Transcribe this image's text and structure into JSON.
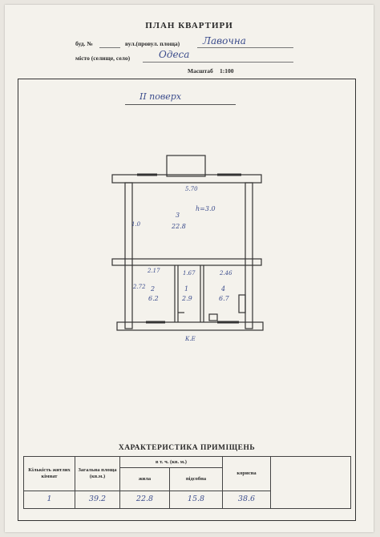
{
  "header": {
    "title": "ПЛАН КВАРТИРИ",
    "bud_label": "буд. №",
    "street_label": "вул.(провул. площа)",
    "street_value": "Лавочна",
    "city_label": "місто (селище, село)",
    "city_value": "Одеса",
    "scale_label": "Масштаб",
    "scale_value": "1:100"
  },
  "floor_label": "II поверх",
  "plan": {
    "dim_top": "5.70",
    "ceiling": "h=3.0",
    "left_height": "1.0",
    "room3_num": "3",
    "room3_area": "22.8",
    "dim_2": "2.17",
    "dim_3": "1.67",
    "dim_4": "2.46",
    "dim_left2": "2.72",
    "room2_num": "2",
    "room2_area": "6.2",
    "room1_num": "1",
    "room1_area": "2.9",
    "room4_num": "4",
    "room4_area": "6.7",
    "bottom_label": "К.Е"
  },
  "characteristics": {
    "title": "ХАРАКТЕРИСТИКА ПРИМІЩЕНЬ",
    "col_rooms": "Кількість житлих кімнат",
    "col_total": "Загальна площа (кв.м.)",
    "col_incl": "в т. ч. (кв. м.)",
    "col_living": "жила",
    "col_aux": "підсобна",
    "col_useful": "корисна",
    "val_rooms": "1",
    "val_total": "39.2",
    "val_living": "22.8",
    "val_aux": "15.8",
    "val_useful": "38.6"
  }
}
